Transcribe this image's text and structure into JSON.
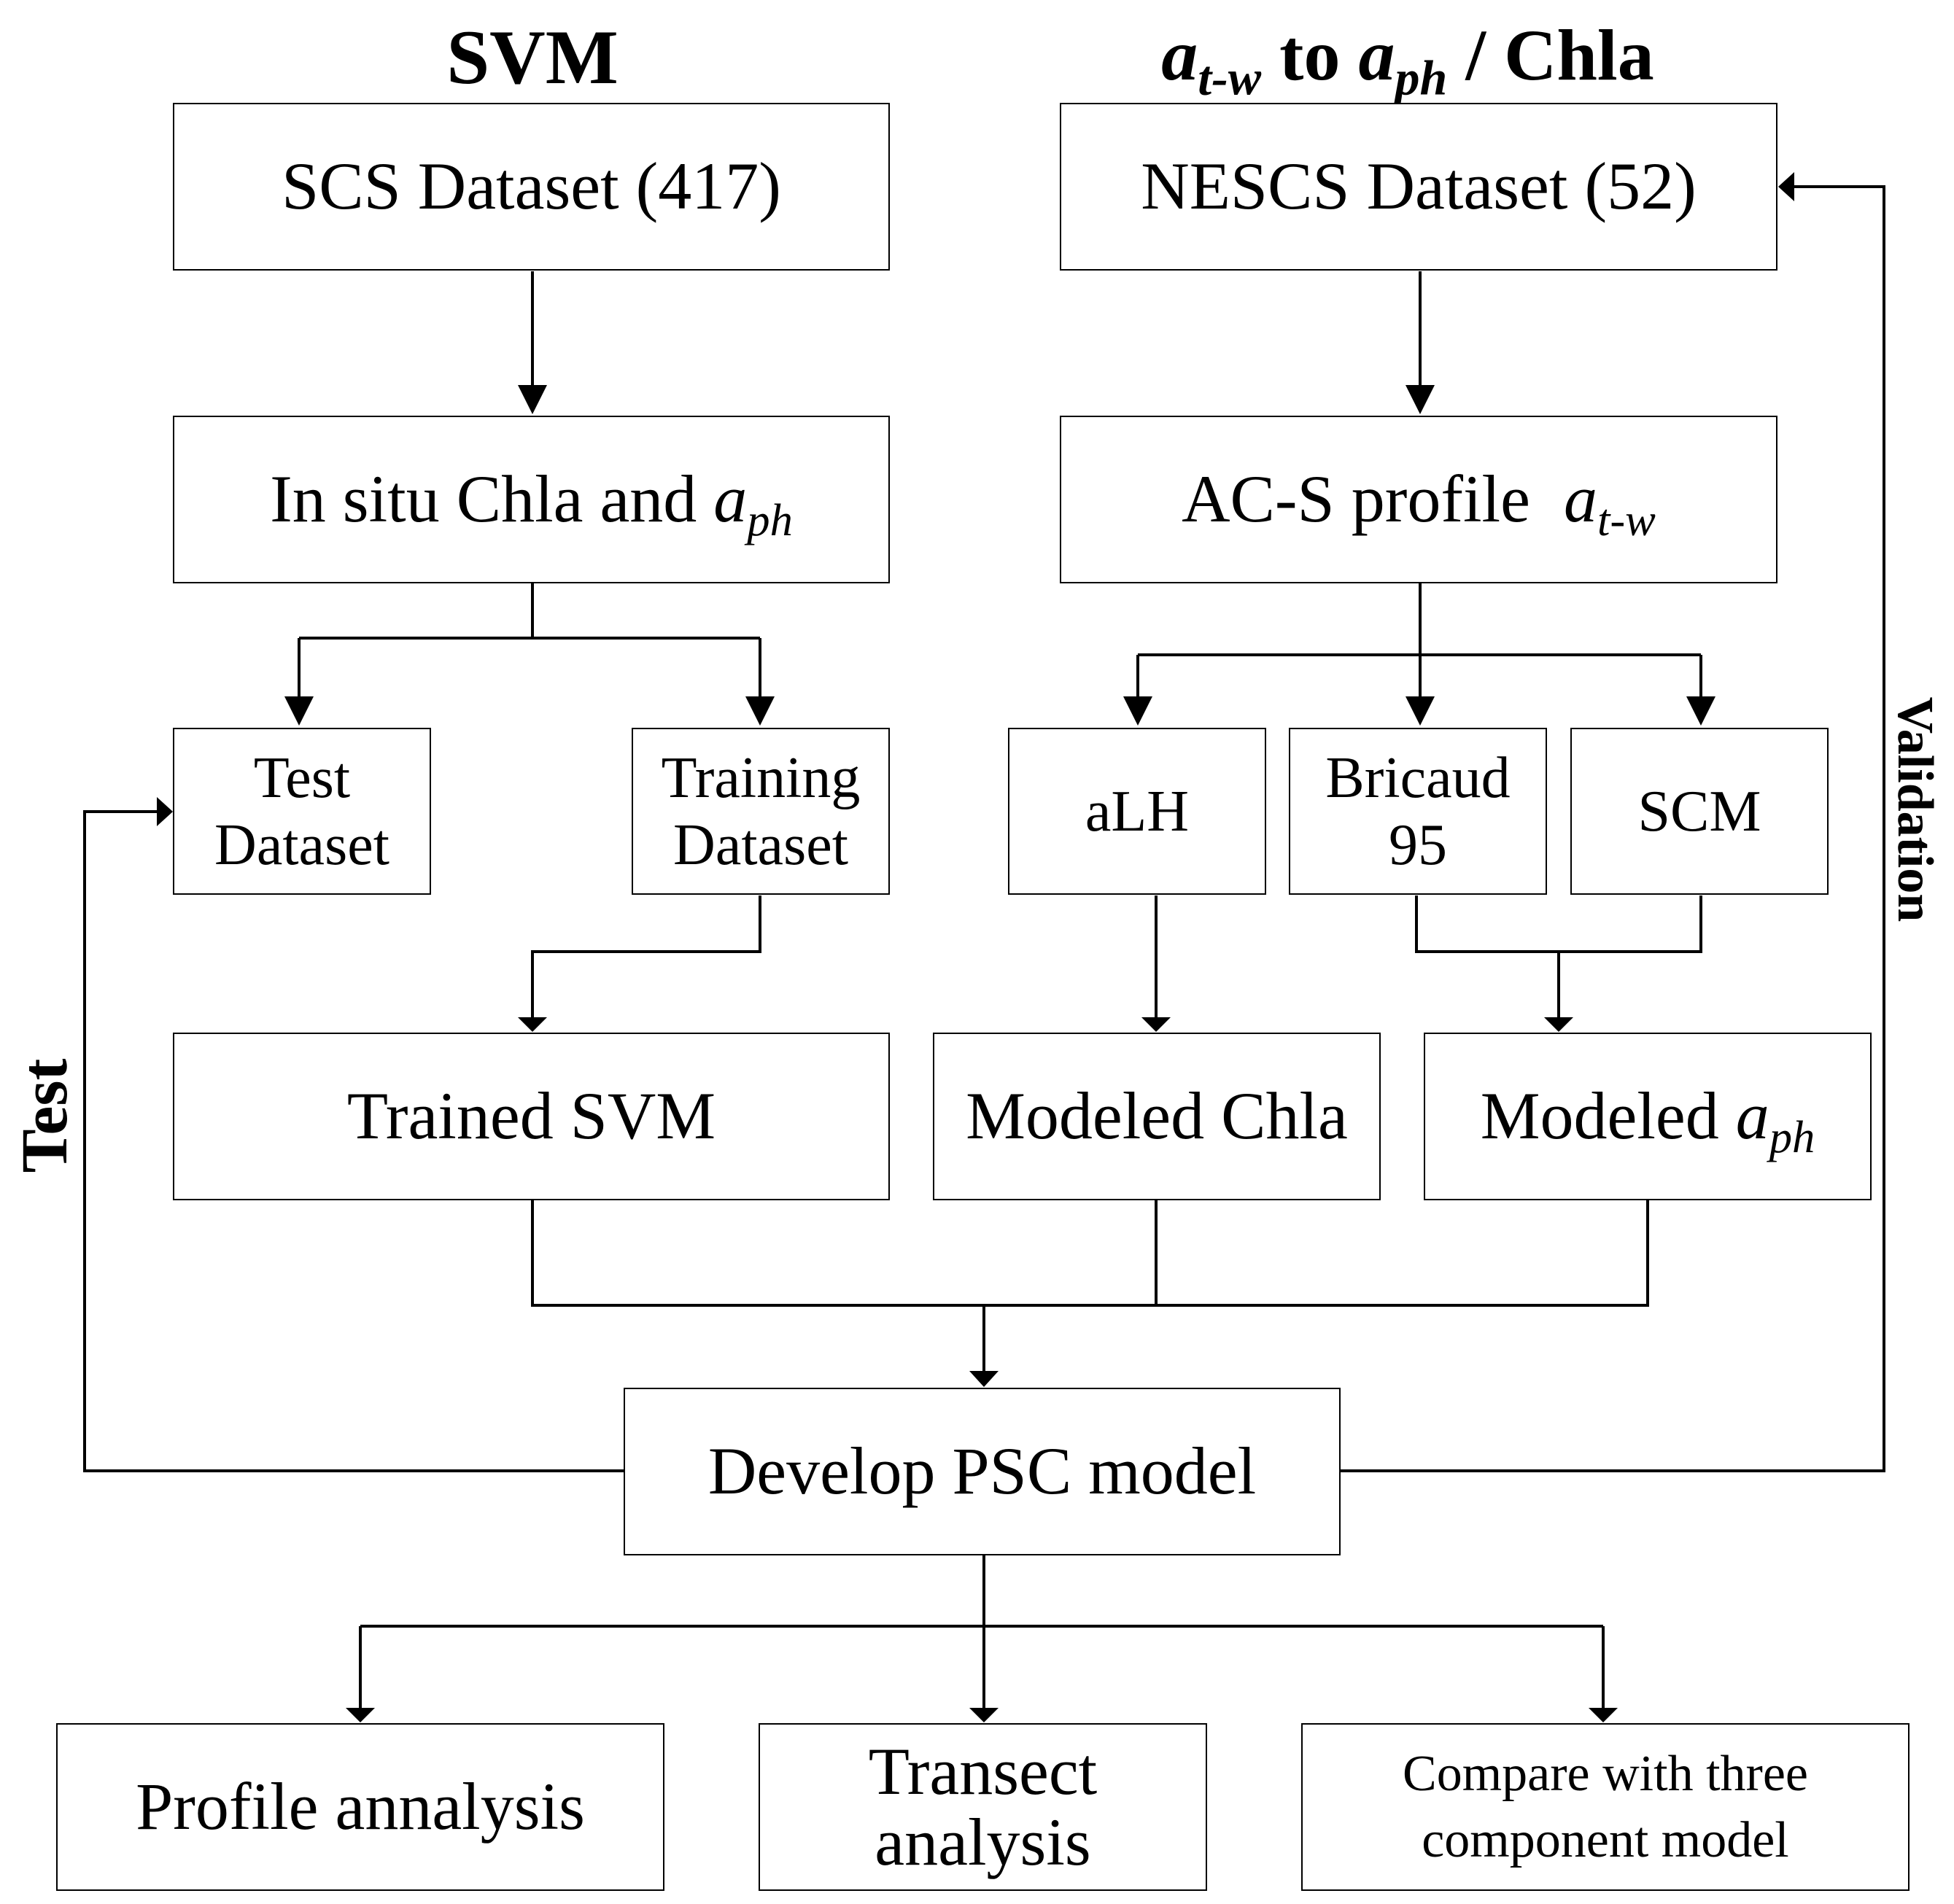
{
  "headings": {
    "left": "SVM",
    "right": {
      "a_tw": "a",
      "a_tw_sub": "t-w",
      "to": " to ",
      "a_ph": "a",
      "a_ph_sub": "ph",
      "rest": " / Chla"
    }
  },
  "nodes": {
    "scs_dataset": "SCS Dataset (417)",
    "nescs_dataset": "NESCS Dataset (52)",
    "insitu": {
      "text": "In situ Chla and ",
      "sym": "a",
      "sub": "ph"
    },
    "acs_profile": {
      "text": "AC-S profile ",
      "sym": "a",
      "sub": "t-w"
    },
    "test_dataset": [
      "Test",
      "Dataset"
    ],
    "training_dataset": [
      "Training",
      "Dataset"
    ],
    "alh": "aLH",
    "bricaud": [
      "Bricaud",
      "95"
    ],
    "scm": "SCM",
    "trained_svm": "Trained SVM",
    "modeled_chla": "Modeled Chla",
    "modeled_aph": {
      "text": "Modeled ",
      "sym": "a",
      "sub": "ph"
    },
    "develop_psc": "Develop PSC model",
    "profile_analysis": "Profile annalysis",
    "transect_analysis": [
      "Transect",
      "analysis"
    ],
    "compare": [
      "Compare with three",
      "component model"
    ]
  },
  "side_labels": {
    "test": "Test",
    "validation": "Validation"
  }
}
